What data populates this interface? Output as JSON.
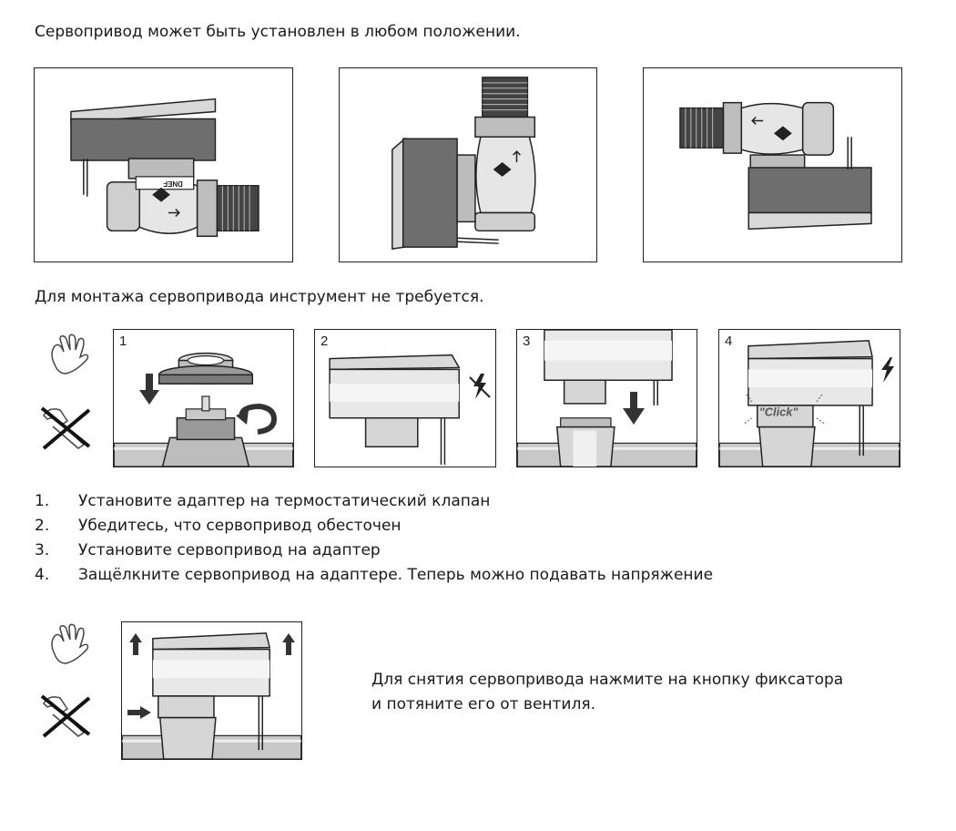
{
  "headings": {
    "position_note": "Сервопривод может быть установлен в любом положении.",
    "tool_note": "Для монтажа сервопривода инструмент не требуется."
  },
  "valve_label": "DNEF",
  "steps": [
    {
      "num": "1",
      "text": "Установите адаптер на термостатический клапан"
    },
    {
      "num": "2",
      "text": "Убедитесь, что сервопривод обесточен"
    },
    {
      "num": "3",
      "text": "Установите сервопривод на адаптер"
    },
    {
      "num": "4",
      "text": "Защёлкните сервопривод на адаптере. Теперь можно подавать напряжение"
    }
  ],
  "list_markers": [
    "1.",
    "2.",
    "3.",
    "4."
  ],
  "click_label": "\"Click\"",
  "removal": {
    "line1": "Для снятия сервопривода нажмите на кнопку фиксатора",
    "line2": "и потяните его от вентиля."
  },
  "icons": [
    "hand-icon",
    "no-tools-icon",
    "arrow-down-icon",
    "rotate-arrow-icon",
    "no-power-icon",
    "power-icon",
    "arrow-up-icon",
    "arrow-right-icon"
  ]
}
